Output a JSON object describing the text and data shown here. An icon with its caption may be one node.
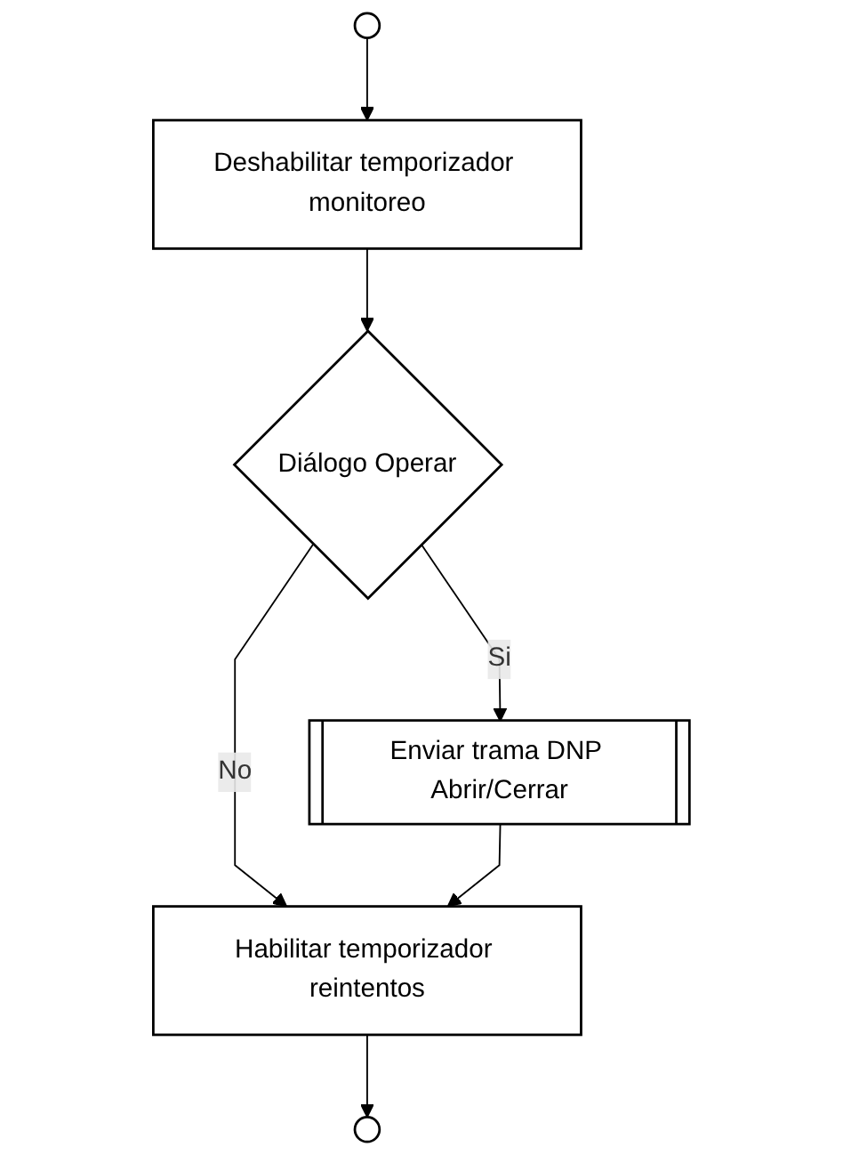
{
  "diagram": {
    "nodes": [
      {
        "text": [],
        "shape": "circle"
      },
      {
        "text": [
          "Deshabilitar temporizador monitoreo"
        ]
      },
      {
        "text": [
          "Diálogo Operar"
        ]
      },
      {
        "text": [
          "Enviar trama DNP Abrir/Cerrar"
        ]
      },
      {
        "text": [
          "Habilitar temporizador reintentos"
        ]
      },
      {
        "text": [],
        "shape": "circle"
      }
    ],
    "edges": [
      {
        "from": 0,
        "to": 1,
        "arrow": "to"
      },
      {
        "from": 1,
        "to": 2,
        "arrow": "to"
      },
      {
        "from": 2,
        "to": 3,
        "arrow": "to",
        "label": "Si"
      },
      {
        "from": 2,
        "to": 4,
        "arrow": "to",
        "label": "No"
      },
      {
        "from": 3,
        "to": 4,
        "arrow": "to"
      },
      {
        "from": 4,
        "to": 5,
        "arrow": "to"
      }
    ]
  }
}
